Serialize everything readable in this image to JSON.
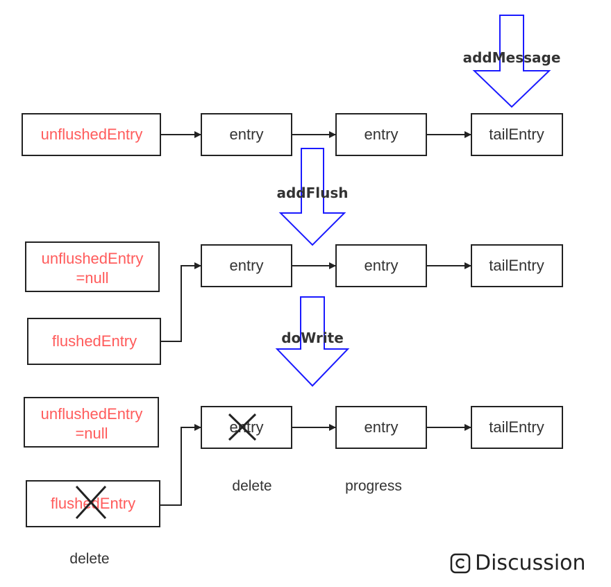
{
  "stage1": {
    "operation": "addMessage",
    "head": "unflushedEntry",
    "nodes": [
      "entry",
      "entry",
      "tailEntry"
    ]
  },
  "stage2": {
    "operation": "addFlush",
    "unflushed_line1": "unflushedEntry",
    "unflushed_line2": "=null",
    "flushed": "flushedEntry",
    "nodes": [
      "entry",
      "entry",
      "tailEntry"
    ]
  },
  "stage3": {
    "operation": "doWrite",
    "unflushed_line1": "unflushedEntry",
    "unflushed_line2": "=null",
    "flushed": "flushedEntry",
    "nodes": [
      "entry",
      "entry",
      "tailEntry"
    ],
    "notes": {
      "first_entry": "delete",
      "second_entry": "progress",
      "flushed": "delete"
    }
  },
  "watermark": {
    "text": "Discussion",
    "icon": "copyright-c-icon"
  }
}
